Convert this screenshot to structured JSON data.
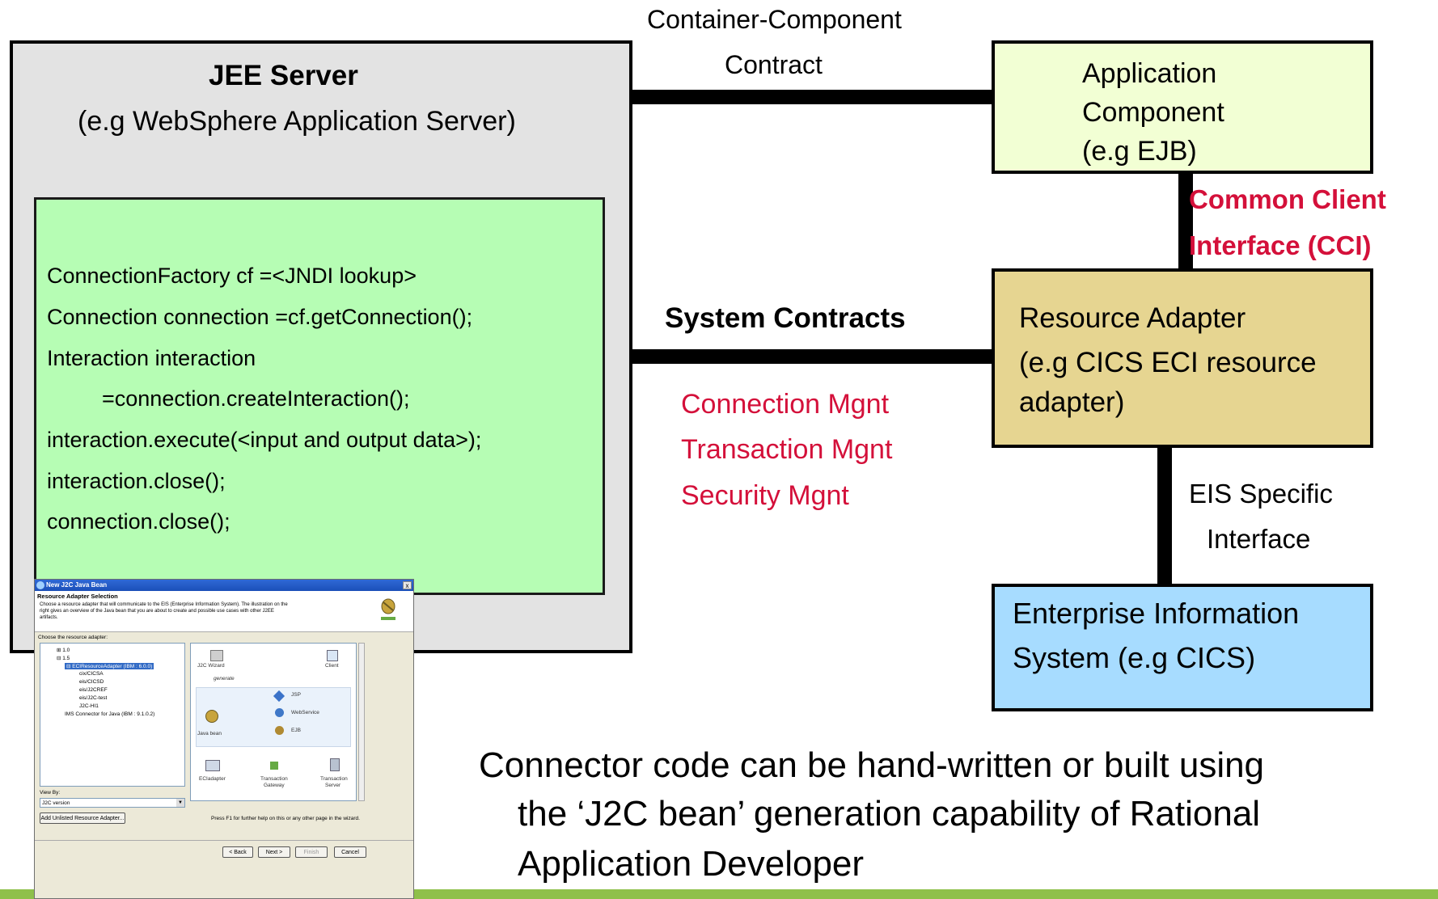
{
  "jee": {
    "title": "JEE Server",
    "subtitle": "(e.g WebSphere Application Server)",
    "code_lines": [
      "ConnectionFactory cf =<JNDI lookup>",
      "Connection connection =cf.getConnection();",
      "Interaction interaction",
      "=connection.createInteraction();",
      "interaction.execute(<input and output data>);",
      "interaction.close();",
      "connection.close();"
    ]
  },
  "contracts": {
    "container_line1": "Container-Component",
    "container_line2": "Contract",
    "system": "System Contracts",
    "system_items": [
      "Connection Mgnt",
      "Transaction Mgnt",
      "Security Mgnt"
    ],
    "cci_line1": "Common Client",
    "cci_line2": "Interface (CCI)",
    "eis_line1": "EIS Specific",
    "eis_line2": "Interface"
  },
  "boxes": {
    "app_component": [
      "Application",
      "Component",
      "(e.g EJB)"
    ],
    "resource_adapter": [
      "Resource Adapter",
      "(e.g CICS ECI resource",
      "adapter)"
    ],
    "eis": [
      "Enterprise Information",
      "System (e.g CICS)"
    ]
  },
  "caption": {
    "line1": "Connector code can be hand-written or built using",
    "line2": "the ‘J2C bean’ generation capability of Rational",
    "line3": "Application Developer"
  },
  "dialog": {
    "title": "New J2C Java Bean",
    "section": "Resource Adapter Selection",
    "description1": "Choose a resource adapter that will communicate to the EIS (Enterprise Information System).  The illustration on the",
    "description2": "right gives an overview of the Java bean that you are about to create and possible use cases with other J2EE",
    "description3": "artifacts.",
    "choose_label": "Choose the resource adapter:",
    "tree": [
      "1.0",
      "1.5",
      "ECIResourceAdapter (IBM : 6.0.0)",
      "cix/CICSA",
      "eis/CICSD",
      "eis/J2CREF",
      "eis/J2C-test",
      "J2C-HI1",
      "IMS Connector for Java (IBM : 9.1.0.2)"
    ],
    "view_by_label": "View By:",
    "view_by_value": "J2C version",
    "add_button": "Add Unlisted Resource Adapter...",
    "help_text": "Press F1 for further help on this or any other page in the wizard.",
    "diagram_labels": {
      "wizard": "J2C Wizard",
      "client": "Client",
      "generate": "generate",
      "jsp": "JSP",
      "webservice": "WebService",
      "ejb": "EJB",
      "javabean": "Java bean",
      "eciadapter": "ECIadapter",
      "gateway1": "Transaction",
      "gateway2": "Gateway",
      "server1": "Transaction",
      "server2": "Server"
    },
    "buttons": {
      "back": "< Back",
      "next": "Next >",
      "finish": "Finish",
      "cancel": "Cancel"
    },
    "close": "x"
  },
  "colors": {
    "jee_bg": "#e3e3e3",
    "code_bg": "#b6fdb4",
    "app_bg": "#f2ffd4",
    "ra_bg": "#e6d591",
    "eis_bg": "#a7dcff",
    "red_text": "#d4103a",
    "footer_bar": "#8fc04a"
  }
}
